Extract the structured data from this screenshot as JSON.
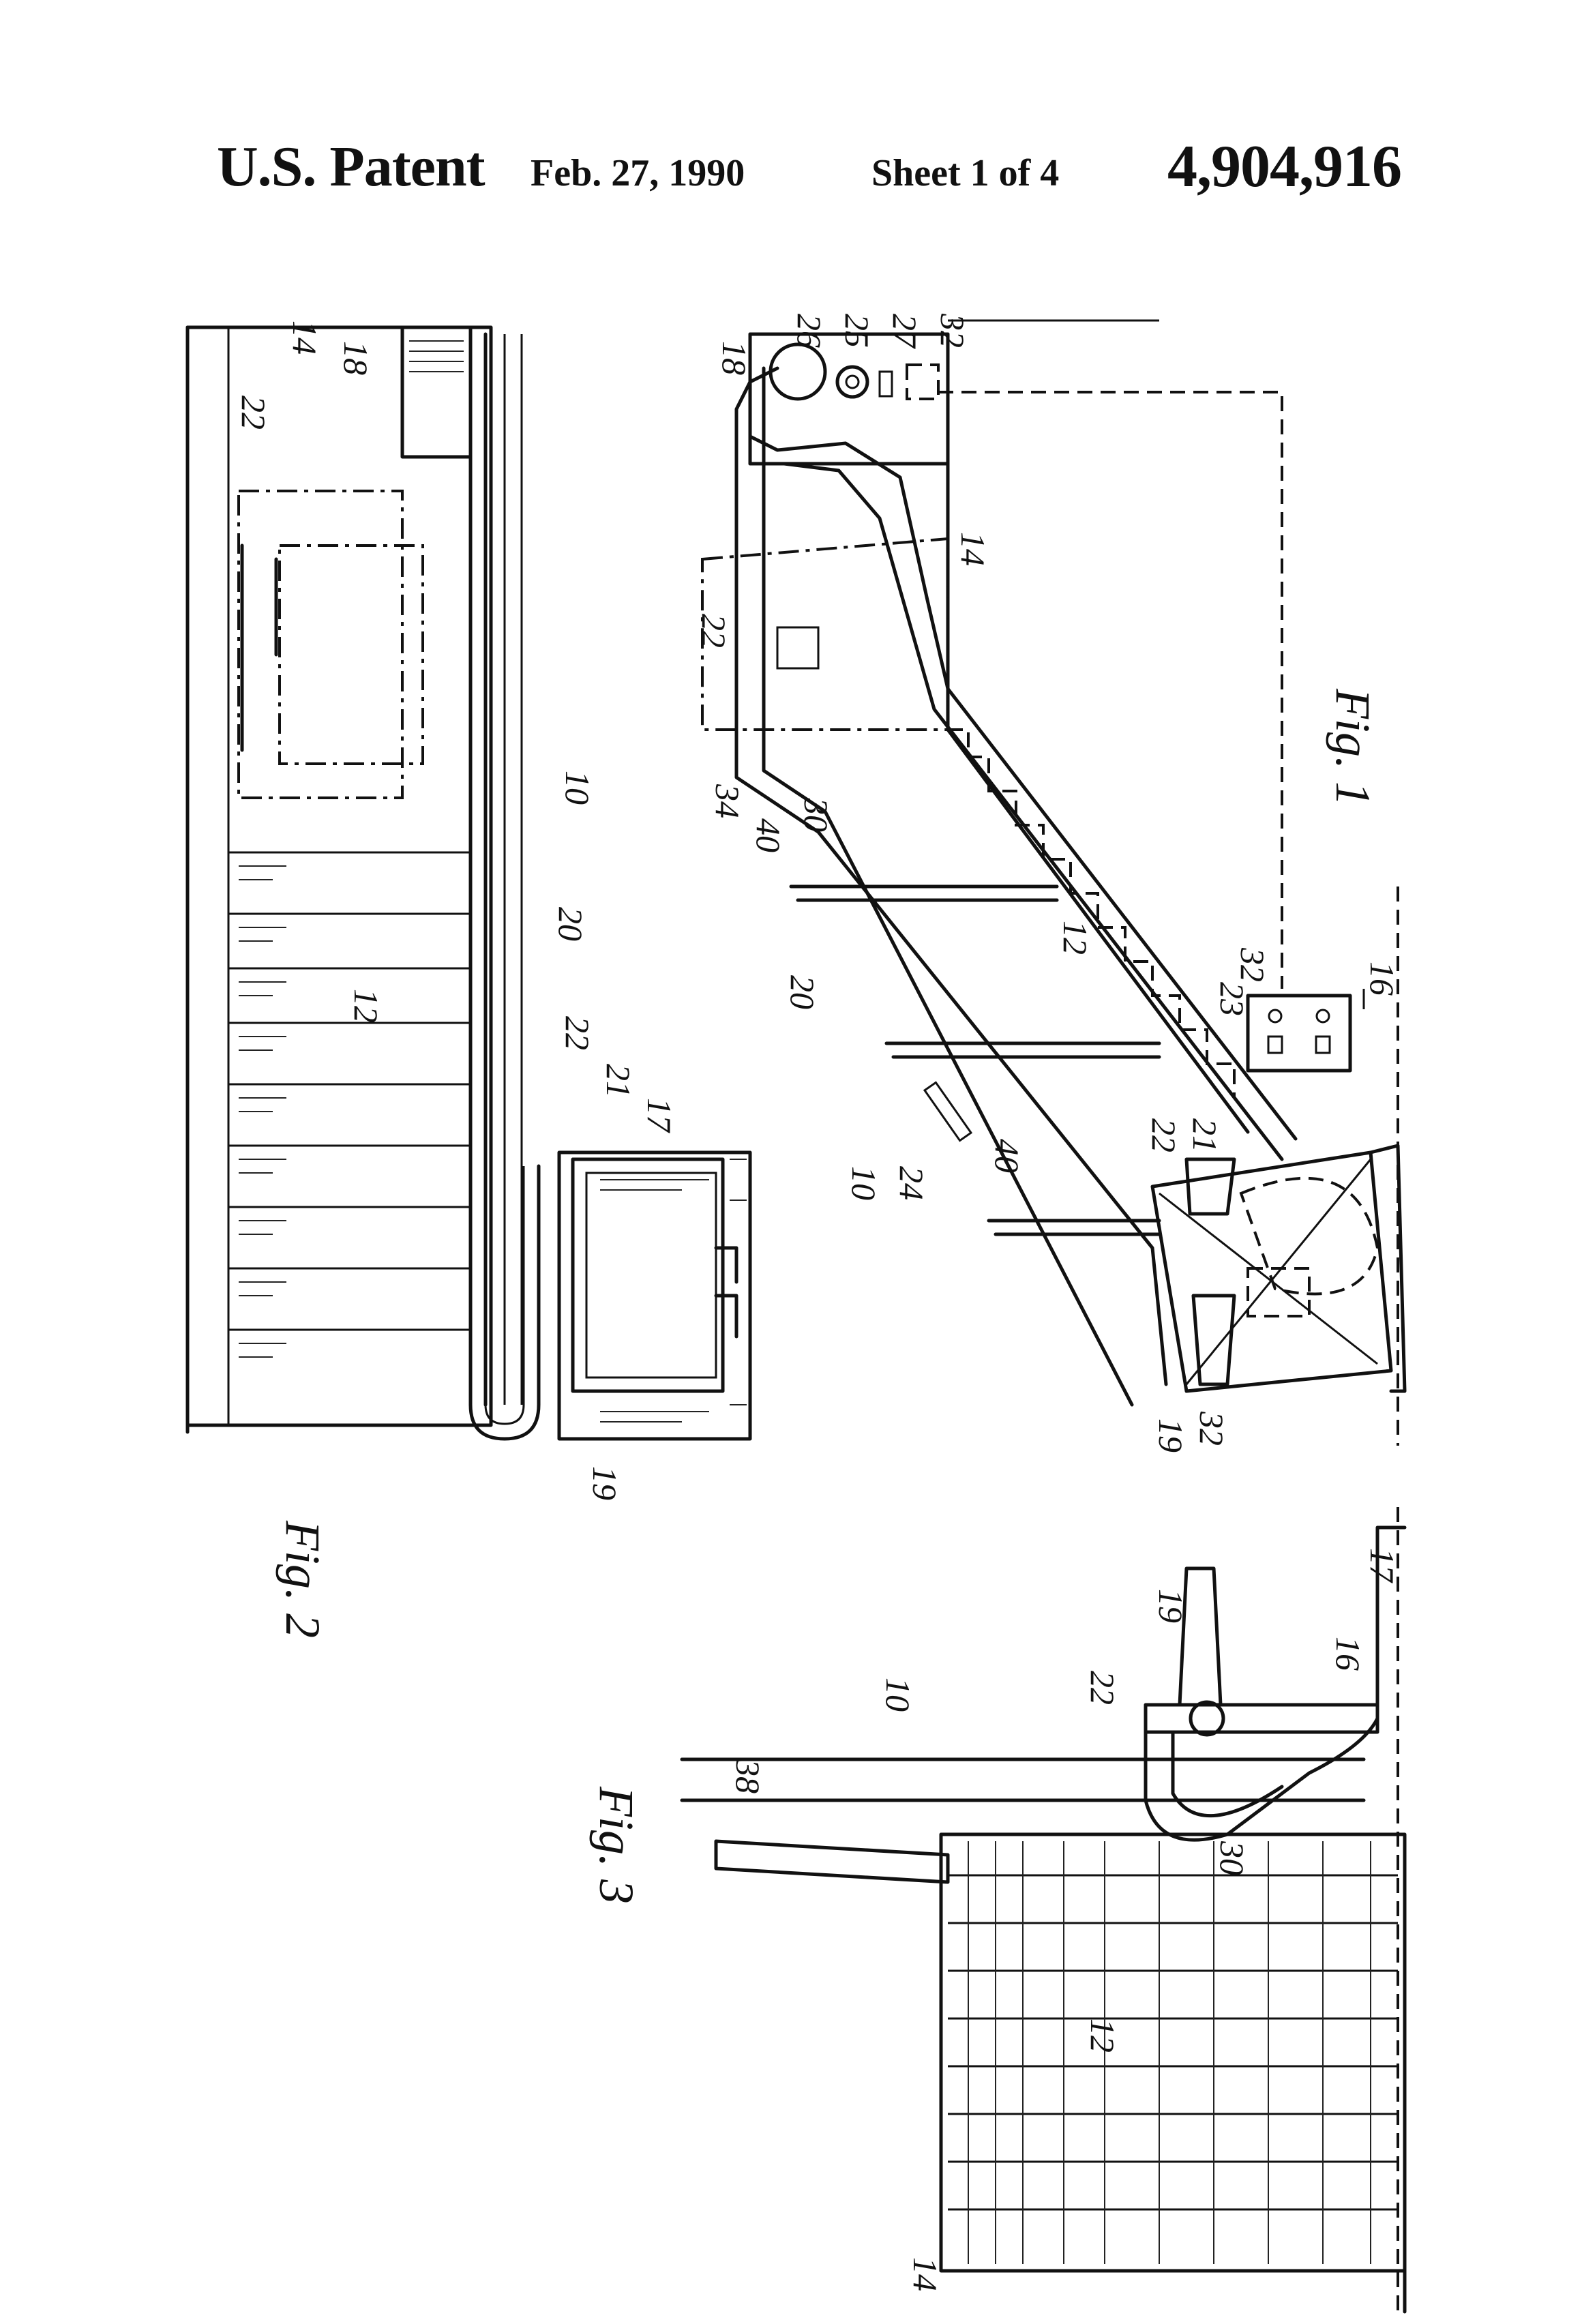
{
  "header": {
    "label": "U.S. Patent",
    "date": "Feb. 27, 1990",
    "sheet": "Sheet 1 of 4",
    "number": "4,904,916"
  },
  "figures": {
    "fig1": {
      "label": "Fig. 1",
      "refs": {
        "r26": "26",
        "r25": "25",
        "r27": "27",
        "r32a": "32",
        "r18": "18",
        "r14": "14",
        "r22": "22",
        "r34": "34",
        "r40a": "40",
        "r30": "30",
        "r20": "20",
        "r12": "12",
        "r32b": "32",
        "r23": "23",
        "r16": "16",
        "r10": "10",
        "r24": "24",
        "r40b": "40",
        "r22b": "22",
        "r21": "21",
        "r19": "19",
        "r32c": "32"
      }
    },
    "fig2": {
      "label": "Fig. 2",
      "refs": {
        "r14": "14",
        "r18": "18",
        "r22a": "22",
        "r10": "10",
        "r20": "20",
        "r12": "12",
        "r22b": "22",
        "r21": "21",
        "r17": "17",
        "r19": "19"
      }
    },
    "fig3": {
      "label": "Fig. 3",
      "refs": {
        "r38": "38",
        "r10": "10",
        "r22": "22",
        "r19": "19",
        "r17": "17",
        "r16": "16",
        "r30": "30",
        "r12": "12",
        "r14": "14"
      }
    }
  }
}
